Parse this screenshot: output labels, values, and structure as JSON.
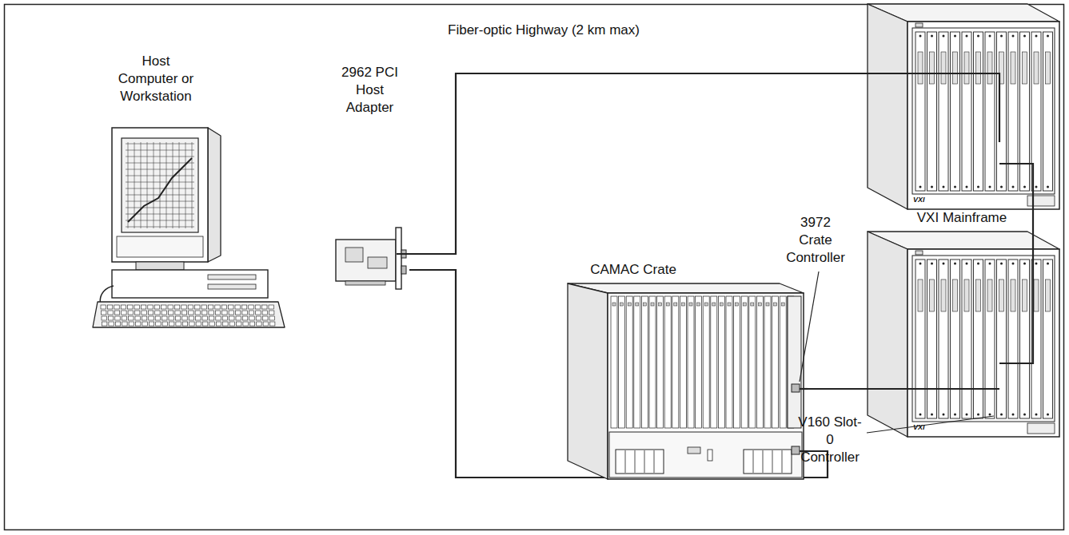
{
  "diagram": {
    "nodes": [
      {
        "text": [
          "Host Computer or Workstation"
        ]
      },
      {
        "text": [
          "2962 PCI Host Adapter"
        ]
      },
      {
        "text": [
          "CAMAC Crate"
        ]
      },
      {
        "text": [
          "VXI Mainframe"
        ]
      }
    ],
    "edges": [
      {
        "from": 1,
        "to": 2,
        "arrow": "none"
      },
      {
        "from": 2,
        "to": 3,
        "arrow": "none"
      }
    ],
    "labels": [
      "Fiber-optic Highway (2 km max)",
      "3972 Crate Controller",
      "V160 Slot-0 Controller",
      "VXI",
      "VXI"
    ]
  }
}
